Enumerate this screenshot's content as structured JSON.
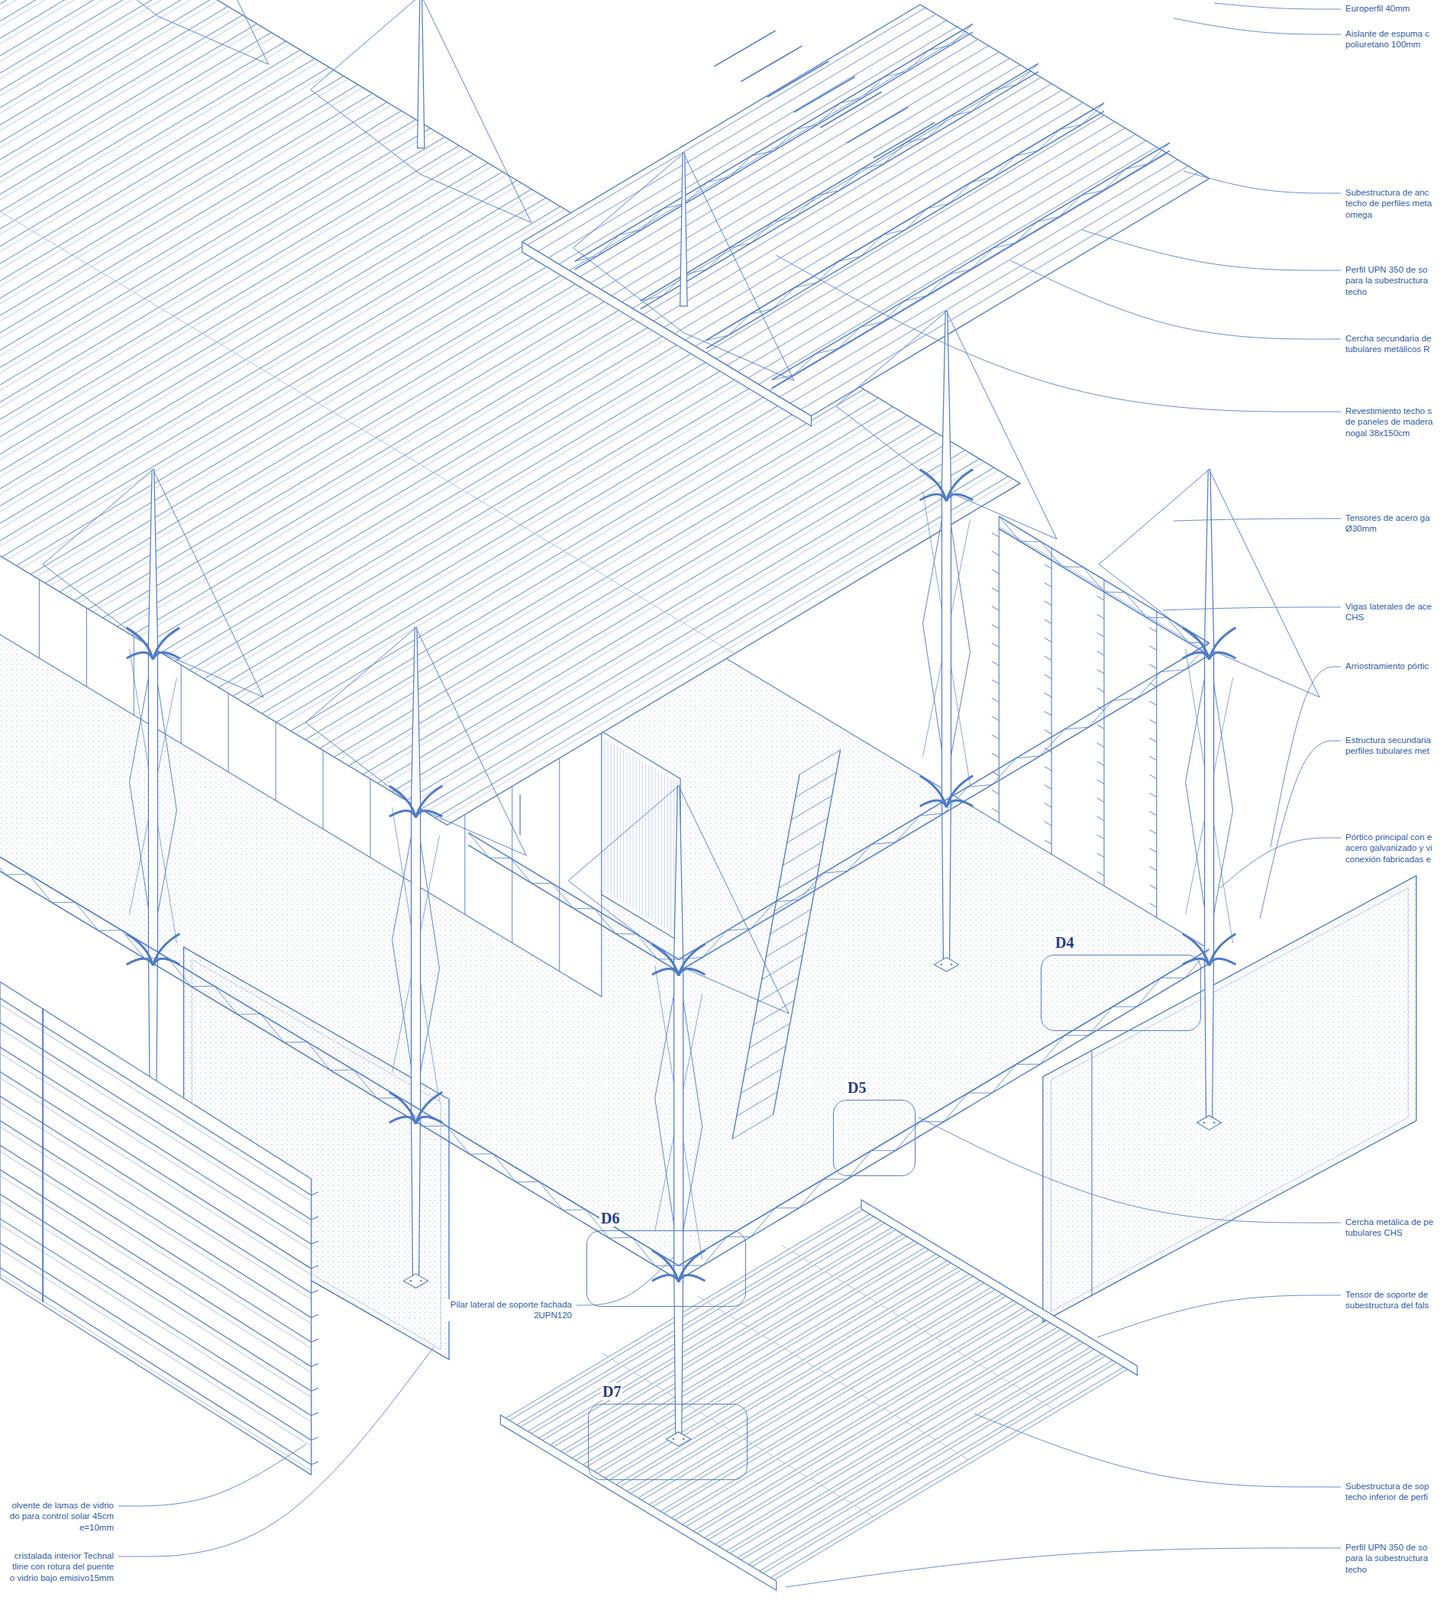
{
  "diagram": {
    "nodes": [
      {
        "text": [
          "D4"
        ]
      },
      {
        "text": [
          "D5"
        ]
      },
      {
        "text": [
          "D6"
        ]
      },
      {
        "text": [
          "D7"
        ]
      }
    ],
    "labels": [
      "Europerfil 40mm",
      "Aislante de espuma c poliuretano 100mm",
      "Subestructura de anc techo de perfiles meta omega",
      "Perfil UPN 350 de so para la subestructura techo",
      "Cercha secundaria de tubulares metálicos R",
      "Revestimiento techo s de paneles de madera nogal 38x150cm",
      "Tensores de acero ga Ø30mm",
      "Vigas laterales de ace CHS",
      "Arriostramiento pórtic",
      "Estructura secundaria perfiles tubulares met",
      "Pórtico principal con e acero galvanizado y vi conexión fabricadas e",
      "Cercha metálica de pe tubulares CHS",
      "Tensor de soporte de subestructura del fals",
      "Pilar lateral de soporte fachada 2UPN120",
      "Subestructura de sop techo inferior de perfi",
      "olvente de lamas de vidrio do para control solar 45cm e=10mm",
      "Perfil UPN 350 de so para la subestructura techo",
      "cristalada interior Technal tline con rotura del puente o vidrio bajo emisivo15mm"
    ]
  }
}
